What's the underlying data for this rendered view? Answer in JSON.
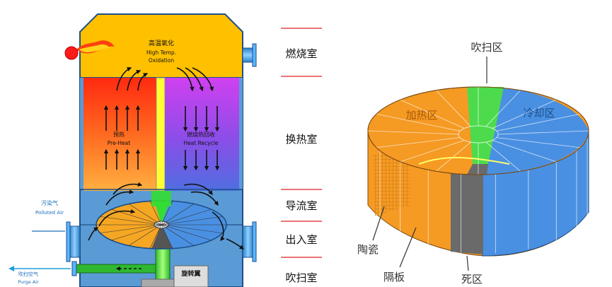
{
  "left_diagram": {
    "chambers": {
      "combustion": {
        "cn": "高温氧化",
        "en1": "High Temp.",
        "en2": "Oxidation"
      },
      "preheat": {
        "cn": "预热",
        "en": "Pre-Heat"
      },
      "recycle": {
        "cn": "燃烧热回收",
        "en": "Heat Recycle"
      },
      "rotor": {
        "cn": "旋转翼"
      }
    },
    "inlets": {
      "polluted": {
        "cn": "污染气",
        "en": "Polluted Air"
      },
      "purge": {
        "cn": "吹扫空气",
        "en": "Purge Air"
      }
    },
    "colors": {
      "shell": "#5b9bd5",
      "top": "#ffc000",
      "hot": "#ff3b10",
      "purple": "#b040e0",
      "orange": "#f5a623",
      "green": "#33ff33",
      "yellow_wall": "#ffff33"
    }
  },
  "side_labels": [
    {
      "text": "燃烧室"
    },
    {
      "text": "换热室"
    },
    {
      "text": "导流室"
    },
    {
      "text": "出入室"
    },
    {
      "text": "吹扫室"
    }
  ],
  "rotor_diagram": {
    "zones": {
      "purge": "吹扫区",
      "heating": "加热区",
      "cooling": "冷却区",
      "ceramic": "陶瓷",
      "partition": "隔板",
      "dead": "死区"
    },
    "colors": {
      "orange": "#f59a23",
      "blue": "#4a90e2",
      "green": "#4ddb4d",
      "gray": "#6a6a6a"
    }
  }
}
